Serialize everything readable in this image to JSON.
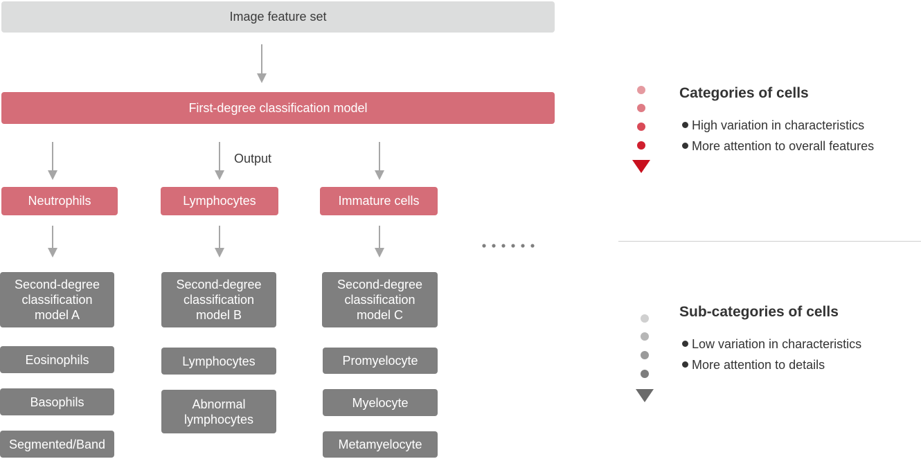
{
  "top": {
    "feature_set": "Image feature set"
  },
  "first_model": {
    "label": "First-degree classification model",
    "output_label": "Output"
  },
  "columns": [
    {
      "category": "Neutrophils",
      "model_lines": [
        "Second-degree",
        "classification",
        "model A"
      ],
      "subtypes": [
        [
          "Eosinophils"
        ],
        [
          "Basophils"
        ],
        [
          "Segmented/Band"
        ]
      ]
    },
    {
      "category": "Lymphocytes",
      "model_lines": [
        "Second-degree",
        "classification",
        "model B"
      ],
      "subtypes": [
        [
          "Lymphocytes"
        ],
        [
          "Abnormal",
          "lymphocytes"
        ]
      ]
    },
    {
      "category": "Immature cells",
      "model_lines": [
        "Second-degree",
        "classification",
        "model C"
      ],
      "subtypes": [
        [
          "Promyelocyte"
        ],
        [
          "Myelocyte"
        ],
        [
          "Metamyelocyte"
        ]
      ]
    }
  ],
  "legend": {
    "top": {
      "title": "Categories of cells",
      "points": [
        "High variation in characteristics",
        "More attention to overall features"
      ],
      "dot_colors": [
        "#e59aa0",
        "#df7c85",
        "#d94a57",
        "#d01f2e"
      ],
      "arrow_color": "#c8101e"
    },
    "bottom": {
      "title": "Sub-categories of cells",
      "points": [
        "Low variation in characteristics",
        "More attention to details"
      ],
      "dot_colors": [
        "#d0d0d0",
        "#b6b6b6",
        "#9a9a9a",
        "#7d7d7d"
      ],
      "arrow_color": "#6b6b6b"
    }
  },
  "colors": {
    "top_box": "#dcdddd",
    "category_box": "#d56d78",
    "model_box": "#7f7f7f",
    "arrow": "#a6a6a6",
    "ellipsis_dots": "#7f7f7f"
  }
}
